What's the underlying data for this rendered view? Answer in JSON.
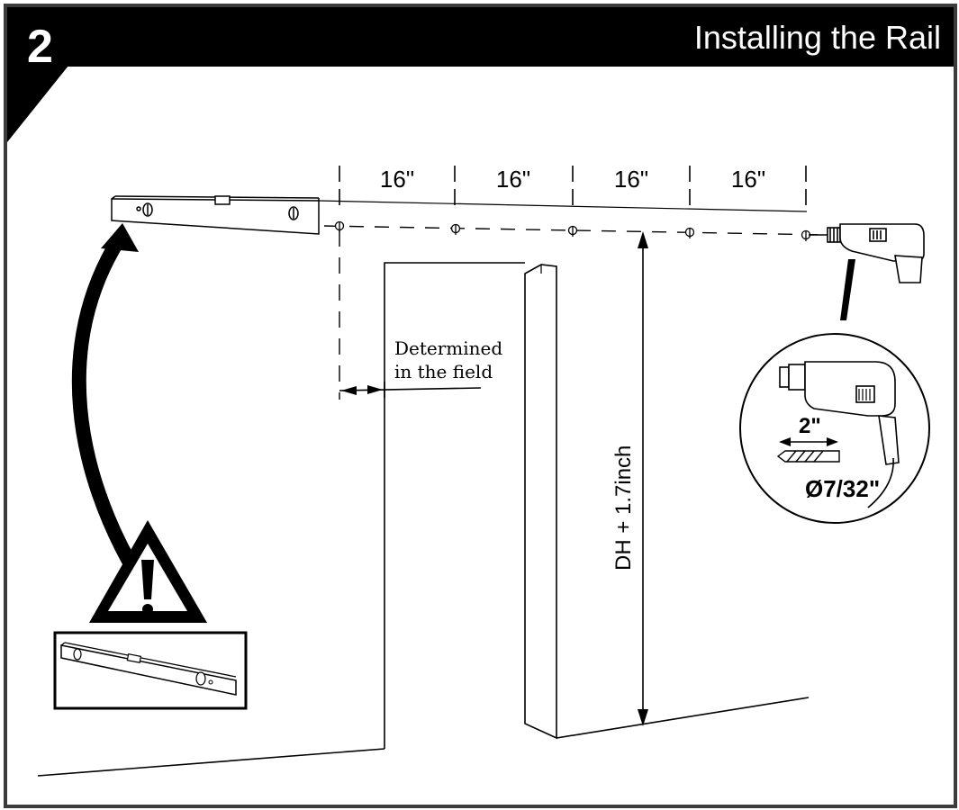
{
  "header": {
    "step_number": "2",
    "title": "Installing the Rail"
  },
  "spacing": {
    "labels": [
      "16\"",
      "16\"",
      "16\"",
      "16\""
    ]
  },
  "field_note": {
    "line1": "Determined",
    "line2": "in the field"
  },
  "height_dimension": "DH + 1.7inch",
  "drill_detail": {
    "depth": "2\"",
    "diameter": "Ø7/32\""
  },
  "colors": {
    "ink": "#000000",
    "frame": "#3c3c3c",
    "background": "#ffffff"
  }
}
